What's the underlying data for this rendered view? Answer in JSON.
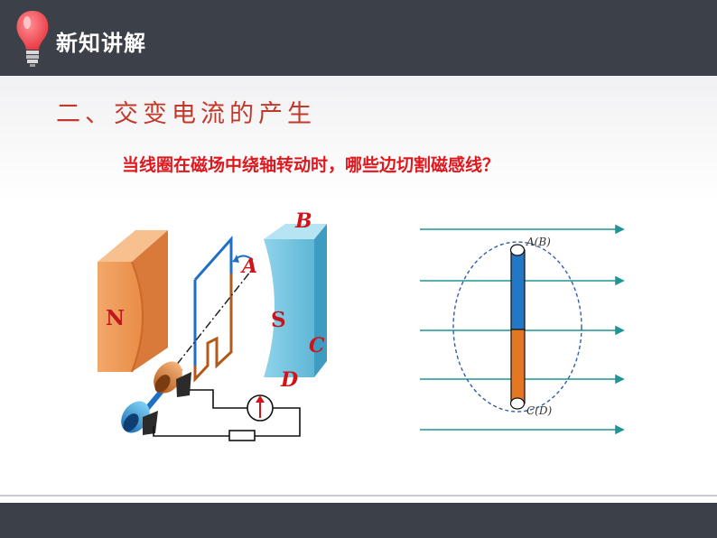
{
  "header": {
    "title": "新知讲解"
  },
  "section": {
    "title": "二、交变电流的产生"
  },
  "question": "当线圈在磁场中绕轴转动时，哪些边切割磁感线？",
  "generator": {
    "pole_north": "N",
    "pole_south": "S",
    "label_a": "A",
    "label_b": "B",
    "label_c": "C",
    "label_d": "D"
  },
  "field_diagram": {
    "top_label": "A(B)",
    "bottom_label": "C(D)"
  },
  "colors": {
    "bar": "#3c4048",
    "title_red": "#c0392b",
    "question_red": "#e0181e",
    "field_line": "#1f9596",
    "coil_blue": "#1f6fc4",
    "coil_orange": "#e57722"
  }
}
